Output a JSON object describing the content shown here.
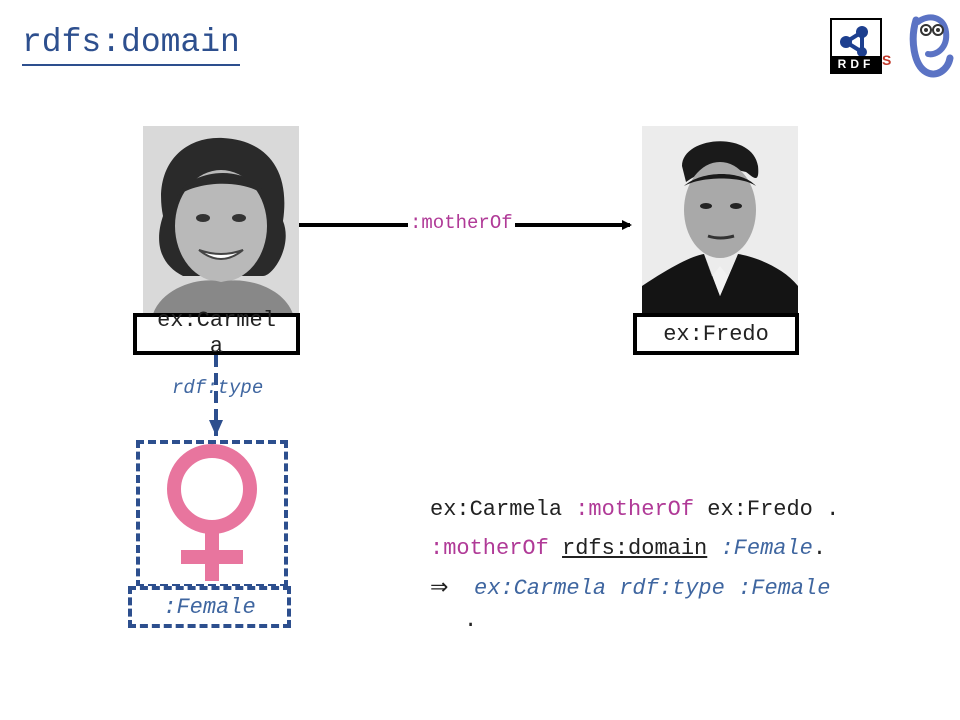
{
  "title": "rdfs:domain",
  "nodes": {
    "carmela": "ex:Carmela",
    "fredo": "ex:Fredo",
    "female": ":Female"
  },
  "edges": {
    "mother_of": ":motherOf",
    "rdf_type": "rdf:type"
  },
  "code": {
    "line1": {
      "s": "ex:Carmela",
      "p": ":motherOf",
      "o": "ex:Fredo",
      "end": "."
    },
    "line2": {
      "s": ":motherOf",
      "p": "rdfs:domain",
      "o": ":Female",
      "end": "."
    },
    "line3": {
      "arrow": "⇒",
      "text": "ex:Carmela rdf:type :Female",
      "end": "."
    }
  },
  "logos": {
    "rdf": "RDF",
    "rdf_sub": "S"
  },
  "colors": {
    "title": "#2d4f8e",
    "property": "#b03a97",
    "class": "#3f66a0",
    "female_symbol": "#e8759e"
  }
}
